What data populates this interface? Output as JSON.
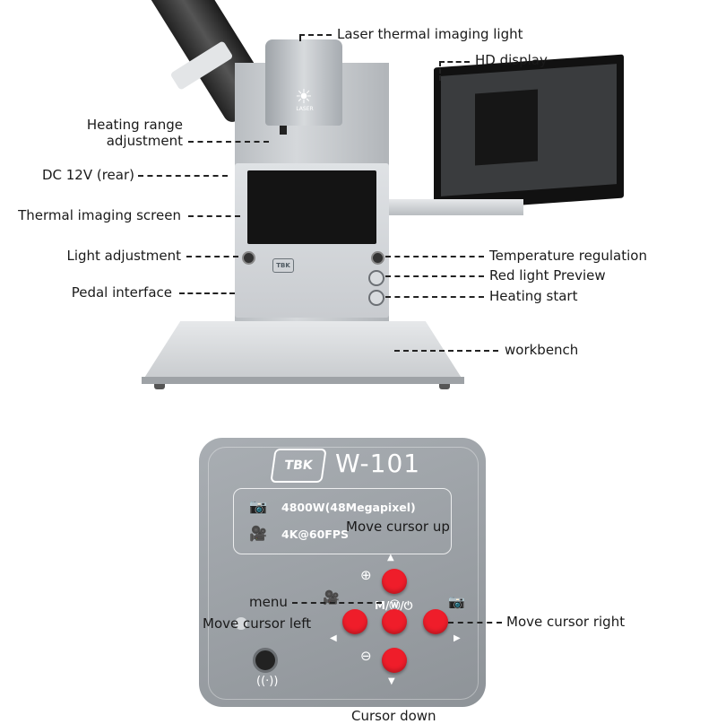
{
  "labels": {
    "laser_light": "Laser thermal imaging light",
    "hd_display": "HD display",
    "heating_range": "Heating range\nadjustment",
    "dc12v": "DC 12V (rear)",
    "thermal_screen": "Thermal imaging screen",
    "light_adjust": "Light adjustment",
    "pedal": "Pedal interface",
    "temp_reg": "Temperature regulation",
    "red_light": "Red light Preview",
    "heat_start": "Heating start",
    "workbench": "workbench",
    "cursor_up": "Move cursor up",
    "menu": "menu",
    "cursor_left": "Move cursor left",
    "cursor_right": "Move cursor right",
    "cursor_down": "Cursor down"
  },
  "camera": {
    "brand": "TBK",
    "model": "W-101",
    "photo_spec": "4800W(48Megapixel)",
    "video_spec": "4K@60FPS",
    "menu_key": "M/Ⓦ/⏻"
  },
  "device": {
    "brand": "TBK",
    "laser_text": "LASER"
  },
  "icons": [
    "camera-icon",
    "video-icon",
    "zoom-in-icon",
    "zoom-out-icon",
    "arrow-left-icon",
    "arrow-right-icon",
    "arrow-up-icon",
    "arrow-down-icon",
    "wifi-icon",
    "laser-sun-icon"
  ],
  "colors": {
    "button_red": "#ef1d2a",
    "panel": "#a3a8ad"
  }
}
